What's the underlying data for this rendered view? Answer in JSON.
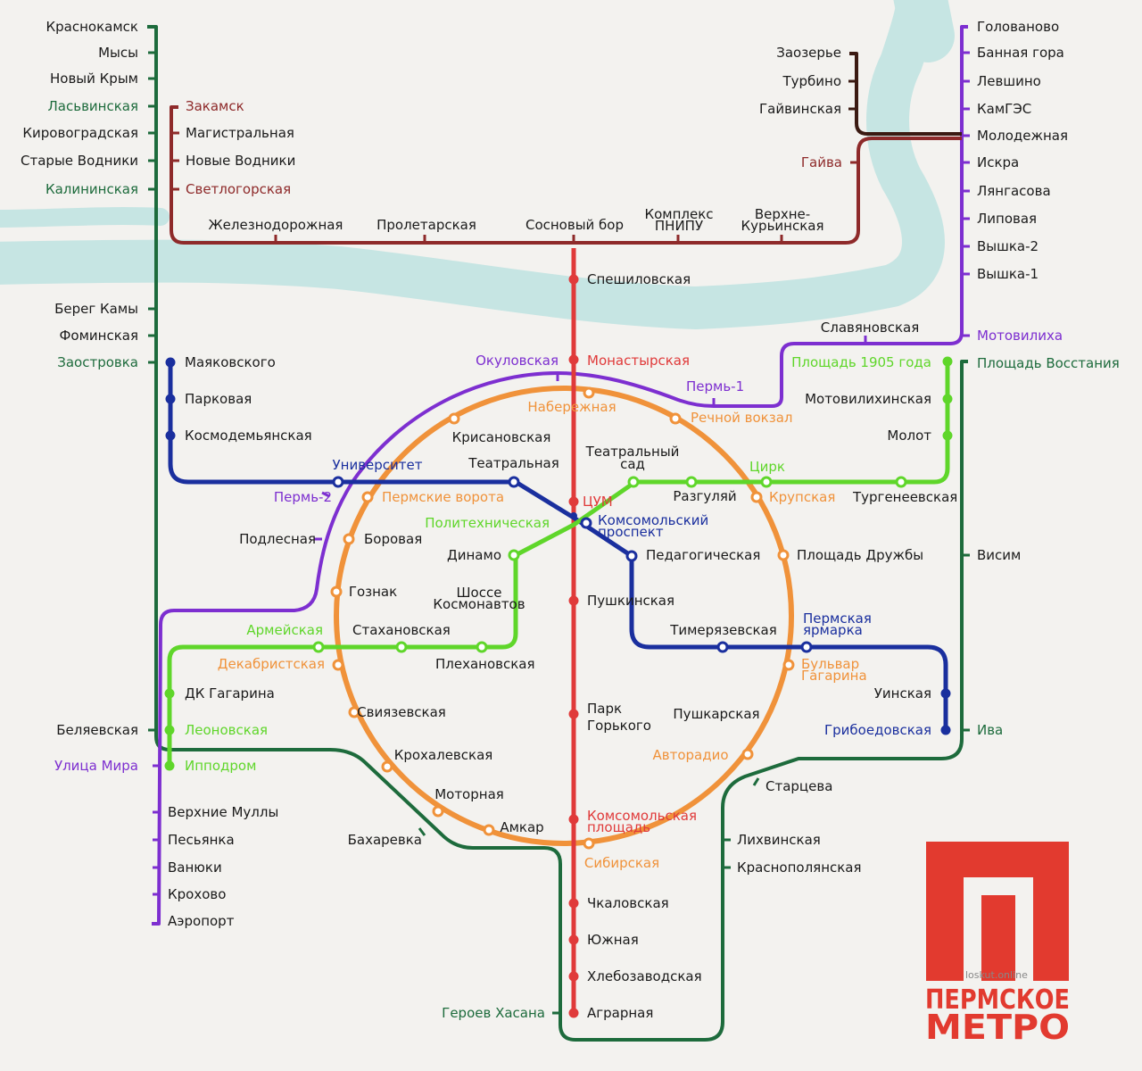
{
  "colors": {
    "red": "#e03a3a",
    "orange": "#f0923a",
    "purple": "#7d2fd0",
    "green_light": "#5fd62a",
    "green_dark": "#1d6b3c",
    "blue": "#1a2f9e",
    "maroon": "#8e2a2a",
    "darkbrown": "#3b1a12",
    "river": "#c6e5e3",
    "logo_red": "#e23a2f"
  },
  "lines": {
    "red": [
      "Спешиловская",
      "Монастырская",
      "ЦУМ",
      "Пушкинская",
      "Парк Горького",
      "Комсомольская площадь",
      "Чкаловская",
      "Южная",
      "Хлебозаводская",
      "Аграрная"
    ],
    "orange": [
      "Набережная",
      "Речной вокзал",
      "Крупская",
      "Площадь Дружбы",
      "Бульвар Гагарина",
      "Авторадио",
      "Сибирская",
      "Амкар",
      "Моторная",
      "Крохалевская",
      "Свиязевская",
      "Декабристская",
      "Гознак",
      "Боровая",
      "Пермские ворота",
      "Крисановская"
    ],
    "purple": [
      "Голованово",
      "Банная гора",
      "Левшино",
      "КамГЭС",
      "Молодежная",
      "Искра",
      "Лянгасова",
      "Липовая",
      "Вышка-2",
      "Вышка-1",
      "Мотовилиха",
      "Славяновская",
      "Пермь-1",
      "Окуловская",
      "Университет",
      "Пермь-2",
      "Подлесная",
      "Улица Мира",
      "Верхние Муллы",
      "Песьянка",
      "Ванюки",
      "Крохово",
      "Аэропорт"
    ],
    "green_light": [
      "Площадь 1905 года",
      "Мотовилихинская",
      "Молот",
      "Тургенеевская",
      "Цирк",
      "Разгуляй",
      "Политехническая",
      "Динамо",
      "Шоссе Космонавтов",
      "Плехановская",
      "Стахановская",
      "Армейская",
      "ДК Гагарина",
      "Леоновская",
      "Ипподром"
    ],
    "green_dark": [
      "Краснокамск",
      "Мысы",
      "Новый Крым",
      "Ласьвинская",
      "Кировоградская",
      "Старые Водники",
      "Калининская",
      "Берег Камы",
      "Фоминская",
      "Заостровка",
      "Беляевская",
      "Бахаревка",
      "Героев Хасана",
      "Старцева",
      "Лихвинская",
      "Краснополянская",
      "Ива",
      "Висим",
      "Площадь Восстания"
    ],
    "blue": [
      "Маяковского",
      "Парковая",
      "Космодемьянская",
      "Университет",
      "Театральная",
      "Комсомольский проспект",
      "Педагогическая",
      "Тимерязевская",
      "Пермская ярмарка",
      "Уинская",
      "Грибоедовская"
    ],
    "maroon": [
      "Закамск",
      "Магистральная",
      "Новые Водники",
      "Светлогорская",
      "Железнодорожная",
      "Пролетарская",
      "Сосновый бор",
      "Комплекс ПНИПУ",
      "Верхне-Курьинская",
      "Гайва"
    ],
    "darkbrown": [
      "Заозерье",
      "Турбино",
      "Гайвинская"
    ]
  },
  "labels": [
    {
      "t": "Краснокамск",
      "c": "black"
    },
    {
      "t": "Мысы",
      "c": "black"
    },
    {
      "t": "Новый Крым",
      "c": "black"
    },
    {
      "t": "Ласьвинская",
      "c": "green_dark"
    },
    {
      "t": "Кировоградская",
      "c": "black"
    },
    {
      "t": "Старые Водники",
      "c": "black"
    },
    {
      "t": "Калининская",
      "c": "green_dark"
    },
    {
      "t": "Берег Камы",
      "c": "black"
    },
    {
      "t": "Фоминская",
      "c": "black"
    },
    {
      "t": "Заостровка",
      "c": "green_dark"
    },
    {
      "t": "Беляевская",
      "c": "black"
    },
    {
      "t": "Улица Мира",
      "c": "purple"
    },
    {
      "t": "Закамск",
      "c": "maroon"
    },
    {
      "t": "Магистральная",
      "c": "black"
    },
    {
      "t": "Новые Водники",
      "c": "black"
    },
    {
      "t": "Светлогорская",
      "c": "maroon"
    },
    {
      "t": "Железнодорожная",
      "c": "black"
    },
    {
      "t": "Пролетарская",
      "c": "black"
    },
    {
      "t": "Сосновый бор",
      "c": "black"
    },
    {
      "t": "Комплекс",
      "c": "black"
    },
    {
      "t": "ПНИПУ",
      "c": "black"
    },
    {
      "t": "Верхне-",
      "c": "black"
    },
    {
      "t": "Курьинская",
      "c": "black"
    },
    {
      "t": "Заозерье",
      "c": "black"
    },
    {
      "t": "Турбино",
      "c": "black"
    },
    {
      "t": "Гайвинская",
      "c": "black"
    },
    {
      "t": "Гайва",
      "c": "maroon"
    },
    {
      "t": "Голованово",
      "c": "black"
    },
    {
      "t": "Банная гора",
      "c": "black"
    },
    {
      "t": "Левшино",
      "c": "black"
    },
    {
      "t": "КамГЭС",
      "c": "black"
    },
    {
      "t": "Молодежная",
      "c": "black"
    },
    {
      "t": "Искра",
      "c": "black"
    },
    {
      "t": "Лянгасова",
      "c": "black"
    },
    {
      "t": "Липовая",
      "c": "black"
    },
    {
      "t": "Вышка-2",
      "c": "black"
    },
    {
      "t": "Вышка-1",
      "c": "black"
    },
    {
      "t": "Мотовилиха",
      "c": "purple"
    },
    {
      "t": "Славяновская",
      "c": "black"
    },
    {
      "t": "Спешиловская",
      "c": "black"
    },
    {
      "t": "Окуловская",
      "c": "purple"
    },
    {
      "t": "Монастырская",
      "c": "red"
    },
    {
      "t": "Пермь-1",
      "c": "purple"
    },
    {
      "t": "Площадь 1905 года",
      "c": "green_light"
    },
    {
      "t": "Площадь Восстания",
      "c": "green_dark"
    },
    {
      "t": "Маяковского",
      "c": "black"
    },
    {
      "t": "Парковая",
      "c": "black"
    },
    {
      "t": "Космодемьянская",
      "c": "black"
    },
    {
      "t": "Набережная",
      "c": "orange"
    },
    {
      "t": "Речной вокзал",
      "c": "orange"
    },
    {
      "t": "Мотовилихинская",
      "c": "black"
    },
    {
      "t": "Крисановская",
      "c": "black"
    },
    {
      "t": "Молот",
      "c": "black"
    },
    {
      "t": "Университет",
      "c": "blue"
    },
    {
      "t": "Театральная",
      "c": "black"
    },
    {
      "t": "Театральный",
      "c": "black"
    },
    {
      "t": "сад",
      "c": "black"
    },
    {
      "t": "Цирк",
      "c": "green_light"
    },
    {
      "t": "Пермь-2",
      "c": "purple"
    },
    {
      "t": "Пермские ворота",
      "c": "orange"
    },
    {
      "t": "ЦУМ",
      "c": "red"
    },
    {
      "t": "Разгуляй",
      "c": "black"
    },
    {
      "t": "Крупская",
      "c": "orange"
    },
    {
      "t": "Тургенеевская",
      "c": "black"
    },
    {
      "t": "Политехническая",
      "c": "green_light"
    },
    {
      "t": "Комсомольский",
      "c": "blue"
    },
    {
      "t": "проспект",
      "c": "blue"
    },
    {
      "t": "Подлесная",
      "c": "black"
    },
    {
      "t": "Боровая",
      "c": "black"
    },
    {
      "t": "Динамо",
      "c": "black"
    },
    {
      "t": "Педагогическая",
      "c": "black"
    },
    {
      "t": "Площадь Дружбы",
      "c": "black"
    },
    {
      "t": "Висим",
      "c": "black"
    },
    {
      "t": "Гознак",
      "c": "black"
    },
    {
      "t": "Шоссе",
      "c": "black"
    },
    {
      "t": "Космонавтов",
      "c": "black"
    },
    {
      "t": "Пушкинская",
      "c": "black"
    },
    {
      "t": "Пермская",
      "c": "blue"
    },
    {
      "t": "ярмарка",
      "c": "blue"
    },
    {
      "t": "Армейская",
      "c": "green_light"
    },
    {
      "t": "Стахановская",
      "c": "black"
    },
    {
      "t": "Тимерязевская",
      "c": "black"
    },
    {
      "t": "Декабристская",
      "c": "orange"
    },
    {
      "t": "Плехановская",
      "c": "black"
    },
    {
      "t": "Бульвар",
      "c": "orange"
    },
    {
      "t": "Гагарина",
      "c": "orange"
    },
    {
      "t": "ДК Гагарина",
      "c": "black"
    },
    {
      "t": "Уинская",
      "c": "black"
    },
    {
      "t": "Парк",
      "c": "black"
    },
    {
      "t": "Горького",
      "c": "black"
    },
    {
      "t": "Свиязевская",
      "c": "black"
    },
    {
      "t": "Пушкарская",
      "c": "black"
    },
    {
      "t": "Леоновская",
      "c": "green_light"
    },
    {
      "t": "Грибоедовская",
      "c": "blue"
    },
    {
      "t": "Ива",
      "c": "green_dark"
    },
    {
      "t": "Крохалевская",
      "c": "black"
    },
    {
      "t": "Авторадио",
      "c": "orange"
    },
    {
      "t": "Ипподром",
      "c": "green_light"
    },
    {
      "t": "Старцева",
      "c": "black"
    },
    {
      "t": "Моторная",
      "c": "black"
    },
    {
      "t": "Верхние Муллы",
      "c": "black"
    },
    {
      "t": "Комсомольская",
      "c": "red"
    },
    {
      "t": "площадь",
      "c": "red"
    },
    {
      "t": "Амкар",
      "c": "black"
    },
    {
      "t": "Бахаревка",
      "c": "black"
    },
    {
      "t": "Лихвинская",
      "c": "black"
    },
    {
      "t": "Песьянка",
      "c": "black"
    },
    {
      "t": "Сибирская",
      "c": "orange"
    },
    {
      "t": "Ванюки",
      "c": "black"
    },
    {
      "t": "Краснополянская",
      "c": "black"
    },
    {
      "t": "Крохово",
      "c": "black"
    },
    {
      "t": "Аэропорт",
      "c": "black"
    },
    {
      "t": "Чкаловская",
      "c": "black"
    },
    {
      "t": "Южная",
      "c": "black"
    },
    {
      "t": "Хлебозаводская",
      "c": "black"
    },
    {
      "t": "Героев Хасана",
      "c": "green_dark"
    },
    {
      "t": "Аграрная",
      "c": "black"
    }
  ],
  "logo": {
    "watermark": "loskut.online",
    "line1": "ПЕРМСКОЕ",
    "line2": "МЕТРО"
  }
}
